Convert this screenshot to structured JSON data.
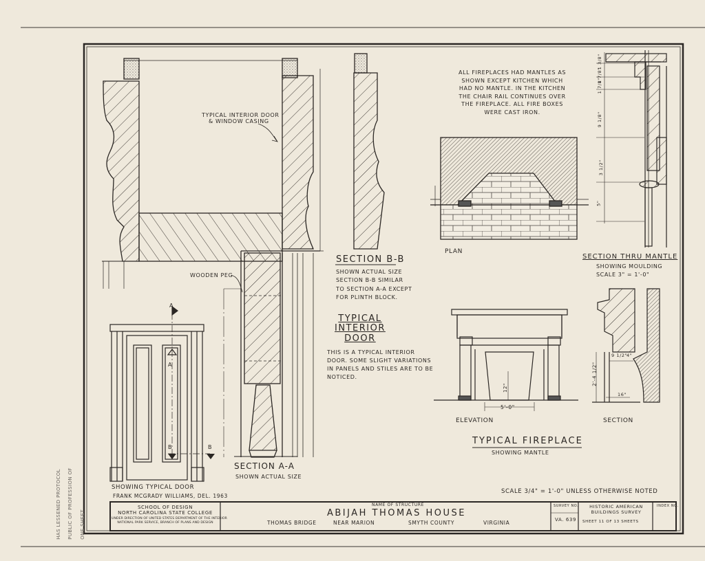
{
  "sheet": {
    "vertical_note": [
      "HAS LESSENED PROTOCOL",
      "PUBLIC OF PROFESSION OF",
      "ONE SHEET"
    ]
  },
  "labels": {
    "casing": [
      "TYPICAL INTERIOR DOOR",
      "& WINDOW CASING"
    ],
    "wooden_peg": "WOODEN PEG",
    "section_bb_title": "SECTION B-B",
    "section_bb_note": [
      "SHOWN ACTUAL SIZE",
      "SECTION B-B SIMILAR",
      "TO SECTION A-A EXCEPT",
      "FOR PLINTH BLOCK."
    ],
    "typical_door_title": [
      "TYPICAL",
      "INTERIOR",
      "DOOR"
    ],
    "typical_door_note": [
      "THIS IS A TYPICAL INTERIOR",
      "DOOR. SOME SLIGHT VARIATIONS",
      "IN PANELS AND STILES ARE TO BE",
      "NOTICED."
    ],
    "fireplace_note": [
      "ALL FIREPLACES HAD MANTLES AS",
      "SHOWN EXCEPT KITCHEN WHICH",
      "HAD NO MANTLE. IN THE KITCHEN",
      "THE CHAIR RAIL CONTINUES OVER",
      "THE FIREPLACE. ALL FIRE BOXES",
      "WERE CAST IRON."
    ],
    "plan": "PLAN",
    "section_thru_mantle": "SECTION THRU MANTLE",
    "showing_moulding": "SHOWING MOULDING",
    "moulding_scale": "SCALE 3\" = 1'-0\"",
    "elevation": "ELEVATION",
    "section": "SECTION",
    "typical_fireplace": "TYPICAL FIREPLACE",
    "showing_mantle": "SHOWING MANTLE",
    "showing_typical_door": "SHOWING TYPICAL DOOR",
    "section_aa_title": "SECTION A-A",
    "section_aa_note": "SHOWN ACTUAL SIZE",
    "delineator": "FRANK McGRADY WILLIAMS, DEL. 1963",
    "scale_note": "SCALE 3/4\" = 1'-0\" UNLESS OTHERWISE NOTED",
    "marker_a_top": "A",
    "marker_a_mid": "A",
    "marker_b_left": "B",
    "marker_b_right": "B"
  },
  "dimensions": {
    "mantle_top": [
      "1 3/8\"",
      "1 7/8\"",
      "1 7/8\""
    ],
    "mantle_mid": "9 1/8\"",
    "mantle_low": "3 1/2\"",
    "mantle_base": "5\"",
    "fireplace_height": "12\"",
    "fireplace_width": "5'-0\"",
    "section_height": "2'-4 1/2\"",
    "section_depth": "9 1/2\"",
    "section_depth2": "4\"",
    "section_base": "16\""
  },
  "title_block": {
    "school": [
      "SCHOOL OF DESIGN",
      "NORTH CAROLINA STATE COLLEGE"
    ],
    "direction": [
      "UNDER DIRECTION OF UNITED STATES DEPARTMENT OF THE INTERIOR",
      "NATIONAL PARK SERVICE, BRANCH OF PLANS AND DESIGN"
    ],
    "name_label": "NAME OF STRUCTURE",
    "structure_name": "ABIJAH THOMAS HOUSE",
    "location": [
      "THOMAS BRIDGE",
      "NEAR MARION",
      "SMYTH COUNTY",
      "VIRGINIA"
    ],
    "survey_label": "SURVEY NO.",
    "survey_no": "VA. 639",
    "habs": [
      "HISTORIC AMERICAN",
      "BUILDINGS SURVEY"
    ],
    "sheet_label": "SHEET 11 OF 13 SHEETS",
    "index_label": "INDEX NO."
  }
}
